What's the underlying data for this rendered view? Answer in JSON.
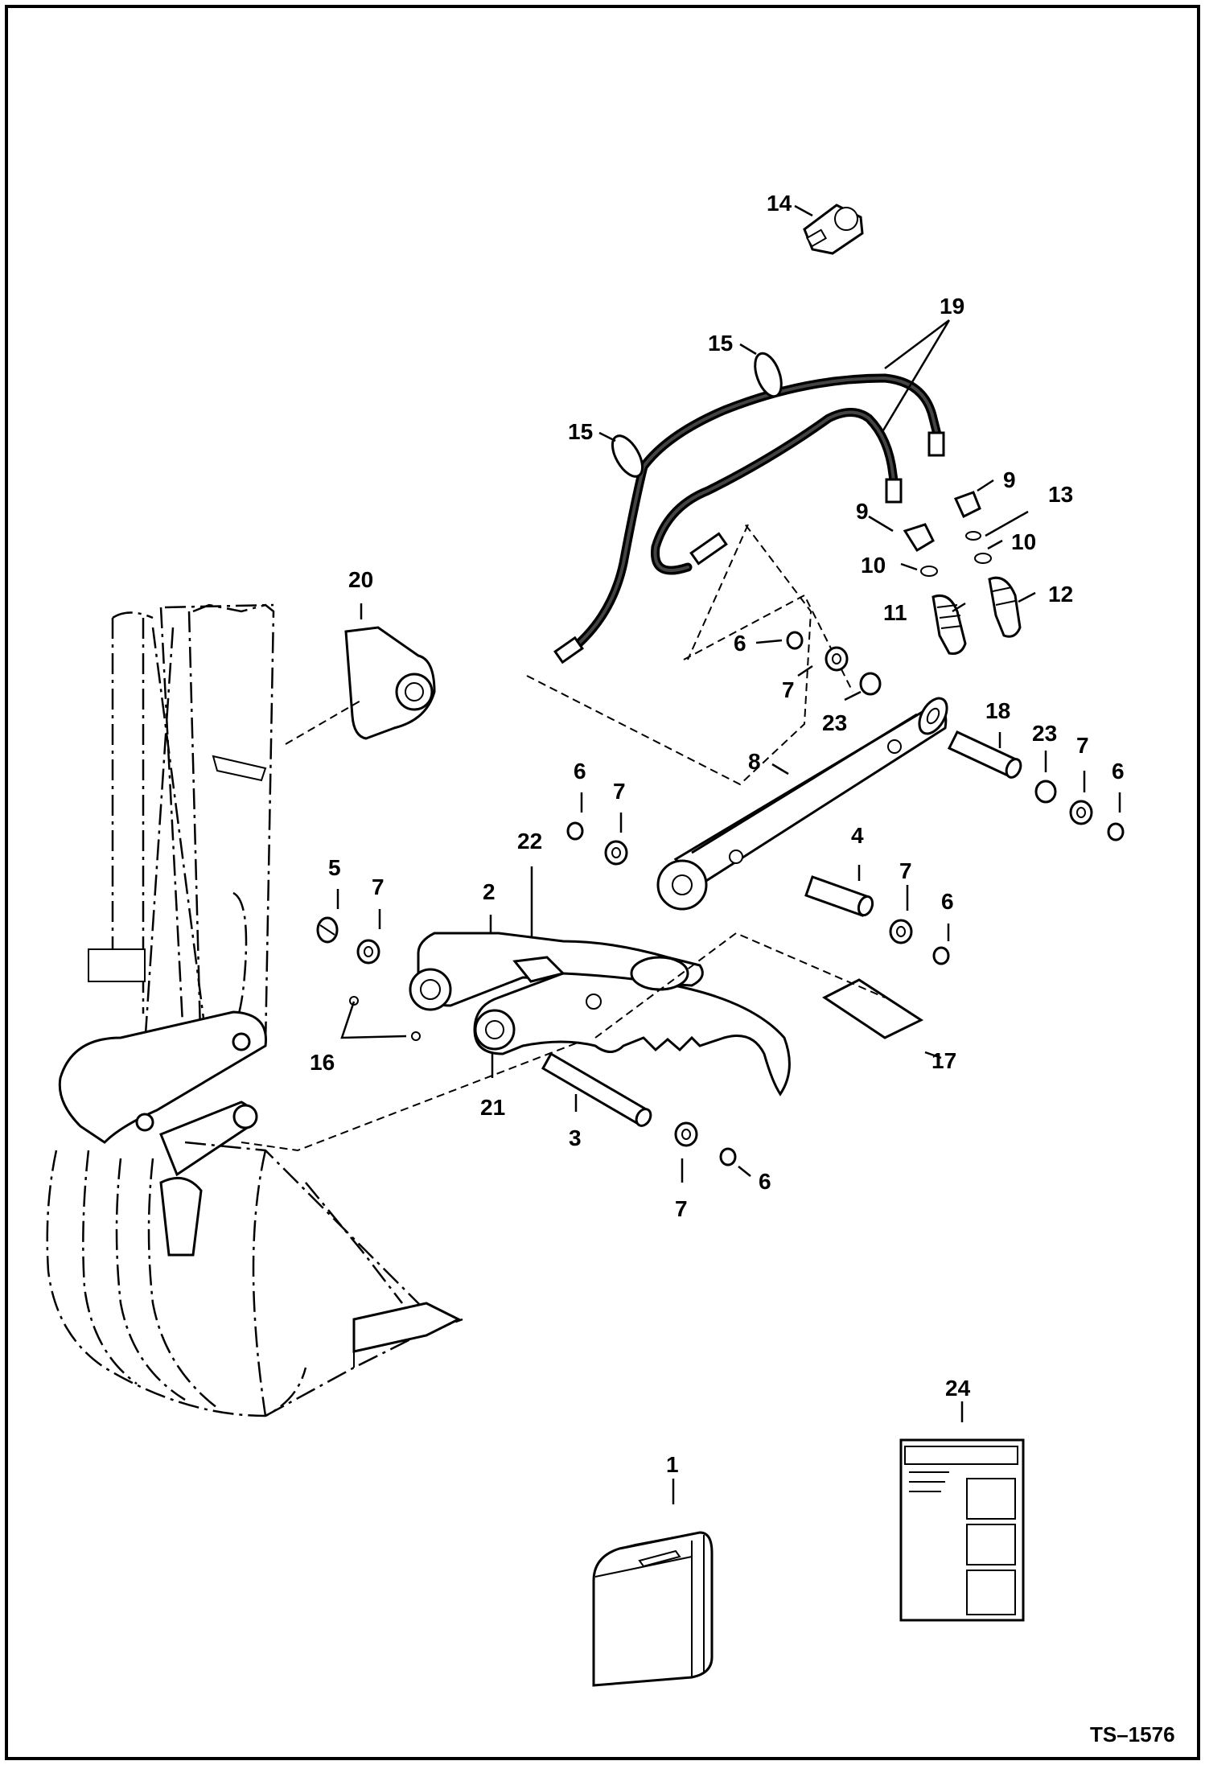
{
  "drawing": {
    "reference": "TS–1576",
    "callouts": {
      "c1": "1",
      "c2": "2",
      "c3": "3",
      "c4": "4",
      "c5": "5",
      "c6a": "6",
      "c6b": "6",
      "c6c": "6",
      "c6d": "6",
      "c6e": "6",
      "c7a": "7",
      "c7b": "7",
      "c7c": "7",
      "c7d": "7",
      "c7e": "7",
      "c7f": "7",
      "c8": "8",
      "c9a": "9",
      "c9b": "9",
      "c10a": "10",
      "c10b": "10",
      "c11": "11",
      "c12": "12",
      "c13": "13",
      "c14": "14",
      "c15a": "15",
      "c15b": "15",
      "c16": "16",
      "c17": "17",
      "c18": "18",
      "c19": "19",
      "c20": "20",
      "c21": "21",
      "c22": "22",
      "c23a": "23",
      "c23b": "23",
      "c24": "24"
    }
  }
}
